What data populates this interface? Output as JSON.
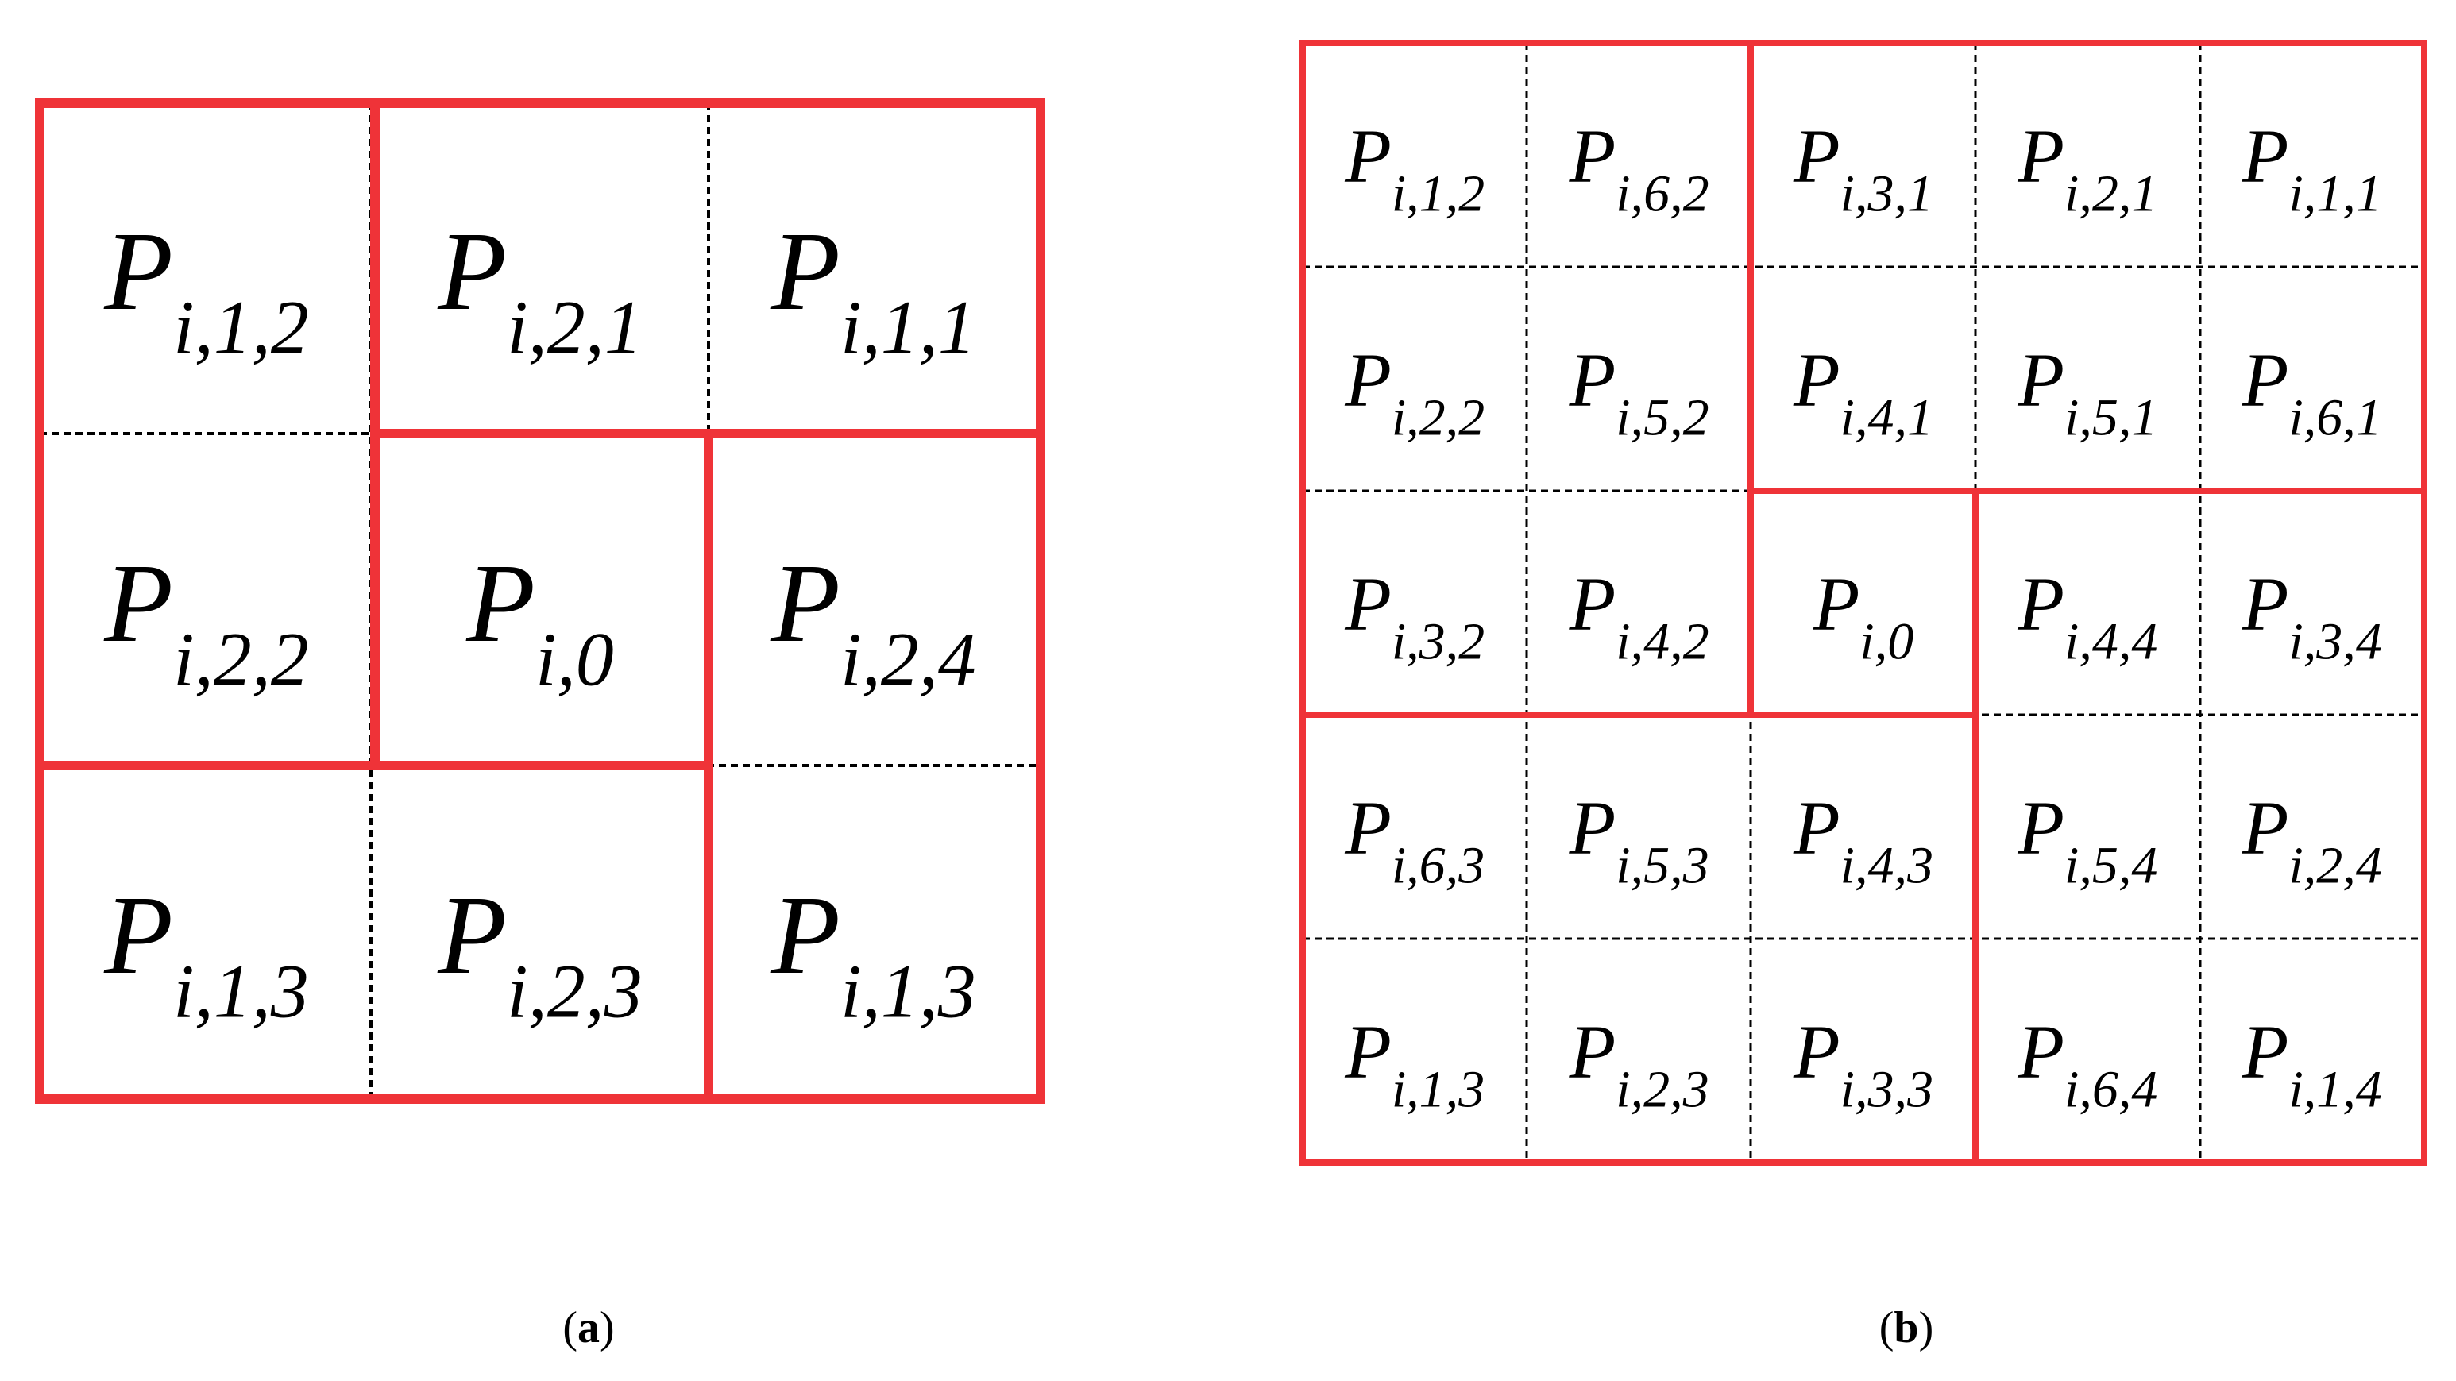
{
  "colors": {
    "partition_border": "#ef3338",
    "grid_line": "#000000",
    "text": "#000000",
    "background": "#ffffff"
  },
  "panels": [
    {
      "id": "a",
      "caption": {
        "open": "(",
        "letter": "a",
        "close": ")"
      },
      "rows": 3,
      "cols": 3,
      "cells": [
        [
          {
            "base": "P",
            "sub": "i,1,2"
          },
          {
            "base": "P",
            "sub": "i,2,1"
          },
          {
            "base": "P",
            "sub": "i,1,1"
          }
        ],
        [
          {
            "base": "P",
            "sub": "i,2,2"
          },
          {
            "base": "P",
            "sub": "i,0"
          },
          {
            "base": "P",
            "sub": "i,2,4"
          }
        ],
        [
          {
            "base": "P",
            "sub": "i,1,3"
          },
          {
            "base": "P",
            "sub": "i,2,3"
          },
          {
            "base": "P",
            "sub": "i,1,3"
          }
        ]
      ]
    },
    {
      "id": "b",
      "caption": {
        "open": "(",
        "letter": "b",
        "close": ")"
      },
      "rows": 5,
      "cols": 5,
      "cells": [
        [
          {
            "base": "P",
            "sub": "i,1,2"
          },
          {
            "base": "P",
            "sub": "i,6,2"
          },
          {
            "base": "P",
            "sub": "i,3,1"
          },
          {
            "base": "P",
            "sub": "i,2,1"
          },
          {
            "base": "P",
            "sub": "i,1,1"
          }
        ],
        [
          {
            "base": "P",
            "sub": "i,2,2"
          },
          {
            "base": "P",
            "sub": "i,5,2"
          },
          {
            "base": "P",
            "sub": "i,4,1"
          },
          {
            "base": "P",
            "sub": "i,5,1"
          },
          {
            "base": "P",
            "sub": "i,6,1"
          }
        ],
        [
          {
            "base": "P",
            "sub": "i,3,2"
          },
          {
            "base": "P",
            "sub": "i,4,2"
          },
          {
            "base": "P",
            "sub": "i,0"
          },
          {
            "base": "P",
            "sub": "i,4,4"
          },
          {
            "base": "P",
            "sub": "i,3,4"
          }
        ],
        [
          {
            "base": "P",
            "sub": "i,6,3"
          },
          {
            "base": "P",
            "sub": "i,5,3"
          },
          {
            "base": "P",
            "sub": "i,4,3"
          },
          {
            "base": "P",
            "sub": "i,5,4"
          },
          {
            "base": "P",
            "sub": "i,2,4"
          }
        ],
        [
          {
            "base": "P",
            "sub": "i,1,3"
          },
          {
            "base": "P",
            "sub": "i,2,3"
          },
          {
            "base": "P",
            "sub": "i,3,3"
          },
          {
            "base": "P",
            "sub": "i,6,4"
          },
          {
            "base": "P",
            "sub": "i,1,4"
          }
        ]
      ]
    }
  ]
}
